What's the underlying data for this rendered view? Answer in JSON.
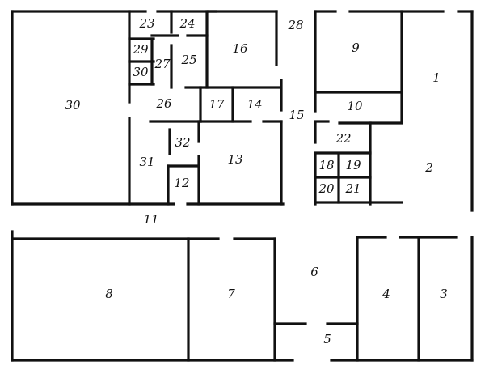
{
  "rooms": [
    {
      "id": "1",
      "label": "1"
    },
    {
      "id": "2",
      "label": "2"
    },
    {
      "id": "3",
      "label": "3"
    },
    {
      "id": "4",
      "label": "4"
    },
    {
      "id": "5",
      "label": "5"
    },
    {
      "id": "6",
      "label": "6"
    },
    {
      "id": "7",
      "label": "7"
    },
    {
      "id": "8",
      "label": "8"
    },
    {
      "id": "9",
      "label": "9"
    },
    {
      "id": "10",
      "label": "10"
    },
    {
      "id": "11",
      "label": "11"
    },
    {
      "id": "12",
      "label": "12"
    },
    {
      "id": "13",
      "label": "13"
    },
    {
      "id": "14",
      "label": "14"
    },
    {
      "id": "15",
      "label": "15"
    },
    {
      "id": "16",
      "label": "16"
    },
    {
      "id": "17",
      "label": "17"
    },
    {
      "id": "18",
      "label": "18"
    },
    {
      "id": "19",
      "label": "19"
    },
    {
      "id": "20",
      "label": "20"
    },
    {
      "id": "21",
      "label": "21"
    },
    {
      "id": "22",
      "label": "22"
    },
    {
      "id": "23",
      "label": "23"
    },
    {
      "id": "24",
      "label": "24"
    },
    {
      "id": "25",
      "label": "25"
    },
    {
      "id": "26",
      "label": "26"
    },
    {
      "id": "27",
      "label": "27"
    },
    {
      "id": "29",
      "label": "29"
    },
    {
      "id": "28",
      "label": "28"
    },
    {
      "id": "30a",
      "label": "30"
    },
    {
      "id": "30b",
      "label": "30"
    },
    {
      "id": "31",
      "label": "31"
    },
    {
      "id": "32",
      "label": "32"
    }
  ]
}
